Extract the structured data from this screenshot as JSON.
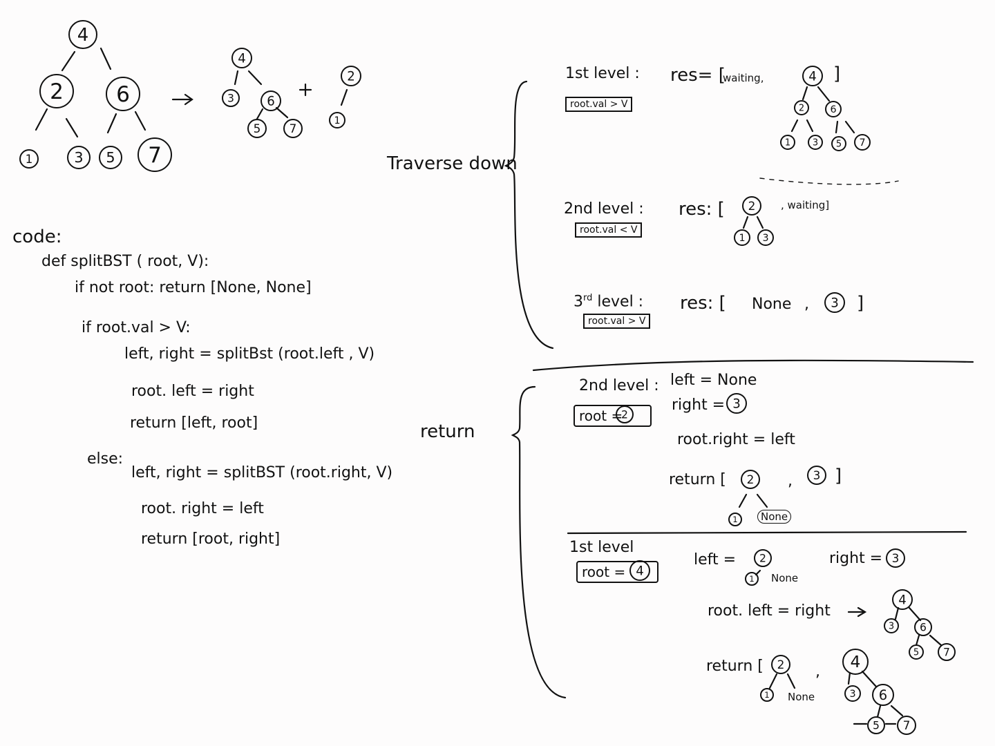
{
  "code": {
    "header": "code:",
    "lines": [
      "def splitBST ( root, V):",
      "if not root: return [None, None]",
      "if root.val > V:",
      "left, right = splitBst (root.left , V)",
      "root. left = right",
      "return [left, root]",
      "else:",
      "left, right = splitBST (root.right, V)",
      "root. right = left",
      "return [root, right]"
    ]
  },
  "sections": {
    "traverse": "Traverse down",
    "return": "return"
  },
  "traverse": {
    "l1": {
      "label": "1st level :",
      "cond": "root.val > V",
      "res": "res= [",
      "waiting": "waiting,",
      "close": "]"
    },
    "l2": {
      "label": "2nd level :",
      "cond": "root.val < V",
      "res": "res: [",
      "waiting": ", waiting]"
    },
    "l3": {
      "label_num": "3",
      "label_sup": "rd",
      "label_rest": "level :",
      "cond": "root.val > V",
      "res": "res: [",
      "none": "None",
      "comma": ",",
      "close": "]"
    }
  },
  "returns": {
    "r2": {
      "label": "2nd level :",
      "root": "root =",
      "left": "left = None",
      "right": "right =",
      "assign": "root.right = left",
      "ret": "return [",
      "comma": ",",
      "close": "]",
      "none": "None"
    },
    "r1": {
      "label": "1st level",
      "root": "root =",
      "left": "left =",
      "right": "right =",
      "none": "None",
      "assign": "root. left = right",
      "arrow": "->",
      "ret": "return [",
      "comma": ",",
      "none2": "None"
    }
  },
  "top": {
    "arrow": "->",
    "plus": "+"
  }
}
